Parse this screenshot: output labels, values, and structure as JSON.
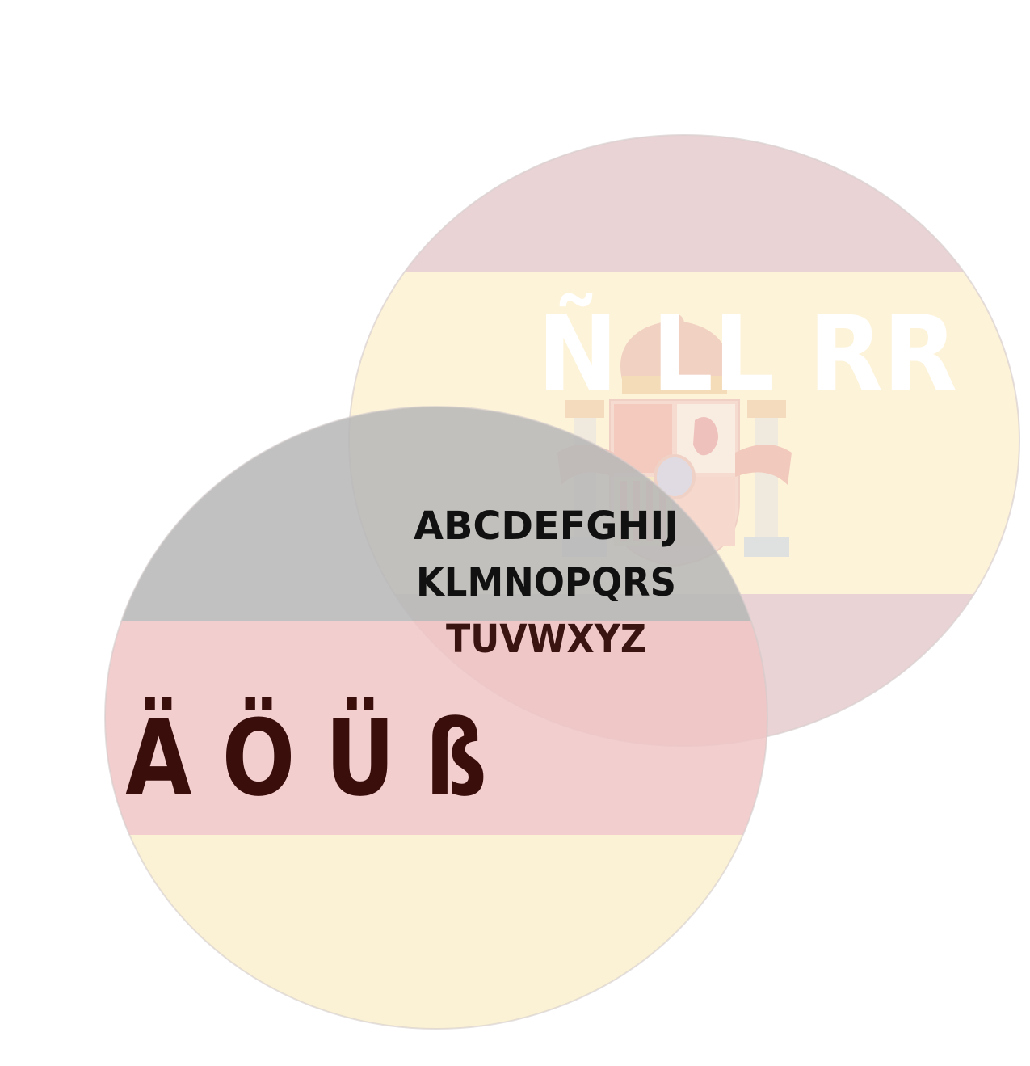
{
  "venn": {
    "sets": [
      {
        "id": "spanish",
        "label": "Ñ LL RR",
        "flag_icon": "spain-flag-icon",
        "emblem_icon": "spanish-coat-of-arms-icon",
        "stripe_colors": [
          "#e9d3d4",
          "#fdf3d9",
          "#e9d3d4"
        ]
      },
      {
        "id": "german",
        "label": "Ä Ö Ü ß",
        "flag_icon": "germany-flag-icon",
        "stripe_colors": [
          "#b8b8b8",
          "#f0c6c6",
          "#fbf0cf"
        ]
      }
    ],
    "intersection": {
      "lines": [
        "ABCDEFGHIJ",
        "KLMNOPQRS",
        "TUVWXYZ"
      ],
      "line_colors": [
        "#111111",
        "#111111",
        "#3a1410"
      ]
    }
  }
}
